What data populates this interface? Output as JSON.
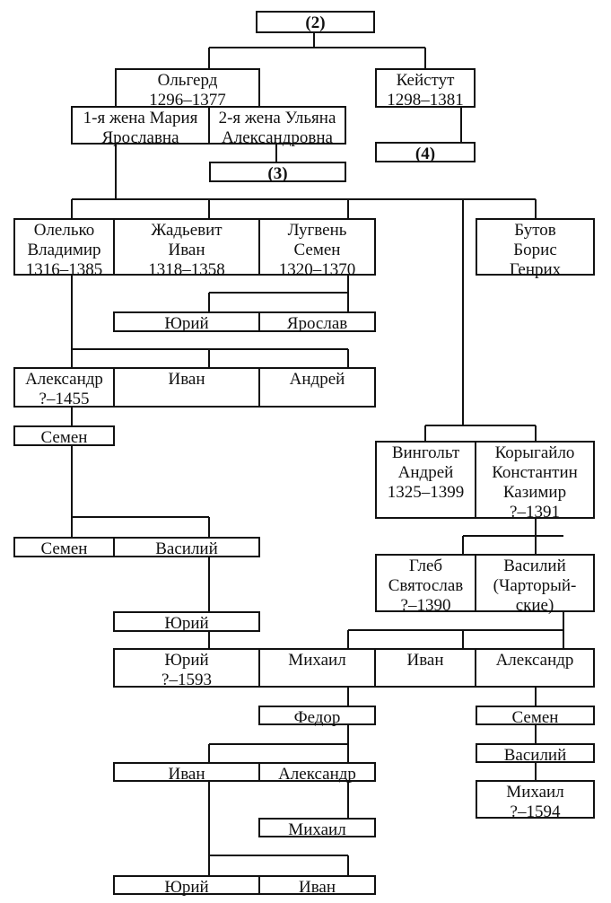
{
  "nodes": {
    "n2": "(2)",
    "olgerd": "Ольгерд\n1296–1377",
    "keistut": "Кейстут\n1298–1381",
    "wife1": "1-я жена Мария\nЯрославна",
    "wife2": "2-я жена Ульяна\nАлександровна",
    "n3": "(3)",
    "n4": "(4)",
    "olelko": "Олелько\nВладимир\n1316–1385",
    "zhadevit": "Жадьевит\nИван\n1318–1358",
    "lugven": "Лугвень\nСемен\n1320–1370",
    "butov": "Бутов\nБорис\nГенрих",
    "yuri1": "Юрий",
    "yaroslav": "Ярослав",
    "aleksandr1": "Александр\n?–1455",
    "ivan1": "Иван",
    "andrei1": "Андрей",
    "semen1": "Семен",
    "vingolt": "Вингольт\nАндрей\n1325–1399",
    "korygailo": "Корыгайло\nКонстантин\nКазимир\n?–1391",
    "semen2": "Семен",
    "vasili1": "Василий",
    "gleb": "Глеб\nСвятослав\n?–1390",
    "vasili_ch": "Василий\n(Чарторый-\nские)",
    "yuri2": "Юрий",
    "yuri3": "Юрий\n?–1593",
    "mikhail1": "Михаил",
    "ivan2": "Иван",
    "aleksandr2": "Александр",
    "fedor": "Федор",
    "semen3": "Семен",
    "vasili2": "Василий",
    "ivan3": "Иван",
    "aleksandr3": "Александр",
    "mikhail2": "Михаил",
    "mikhail3": "Михаил\n?–1594",
    "yuri4": "Юрий",
    "ivan4": "Иван"
  }
}
